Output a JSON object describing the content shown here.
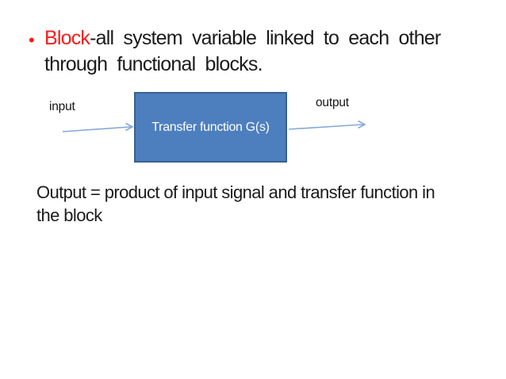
{
  "slide": {
    "bullet": {
      "marker": "•",
      "highlight": "Block",
      "rest": "-all system variable linked to each other\nthrough functional blocks."
    },
    "diagram": {
      "input_label": "input",
      "output_label": "output",
      "block_label": "Transfer function G(s)"
    },
    "body": "Output = product of input signal and transfer function in\nthe block",
    "colors": {
      "highlight_red": "#F81C1C",
      "block_fill": "#4D7FBE",
      "block_border": "#38618F",
      "arrow_blue": "#84A9DA",
      "text": "#1B1B1B",
      "block_text": "#FFFFFF",
      "background": "#FFFFFF"
    }
  }
}
